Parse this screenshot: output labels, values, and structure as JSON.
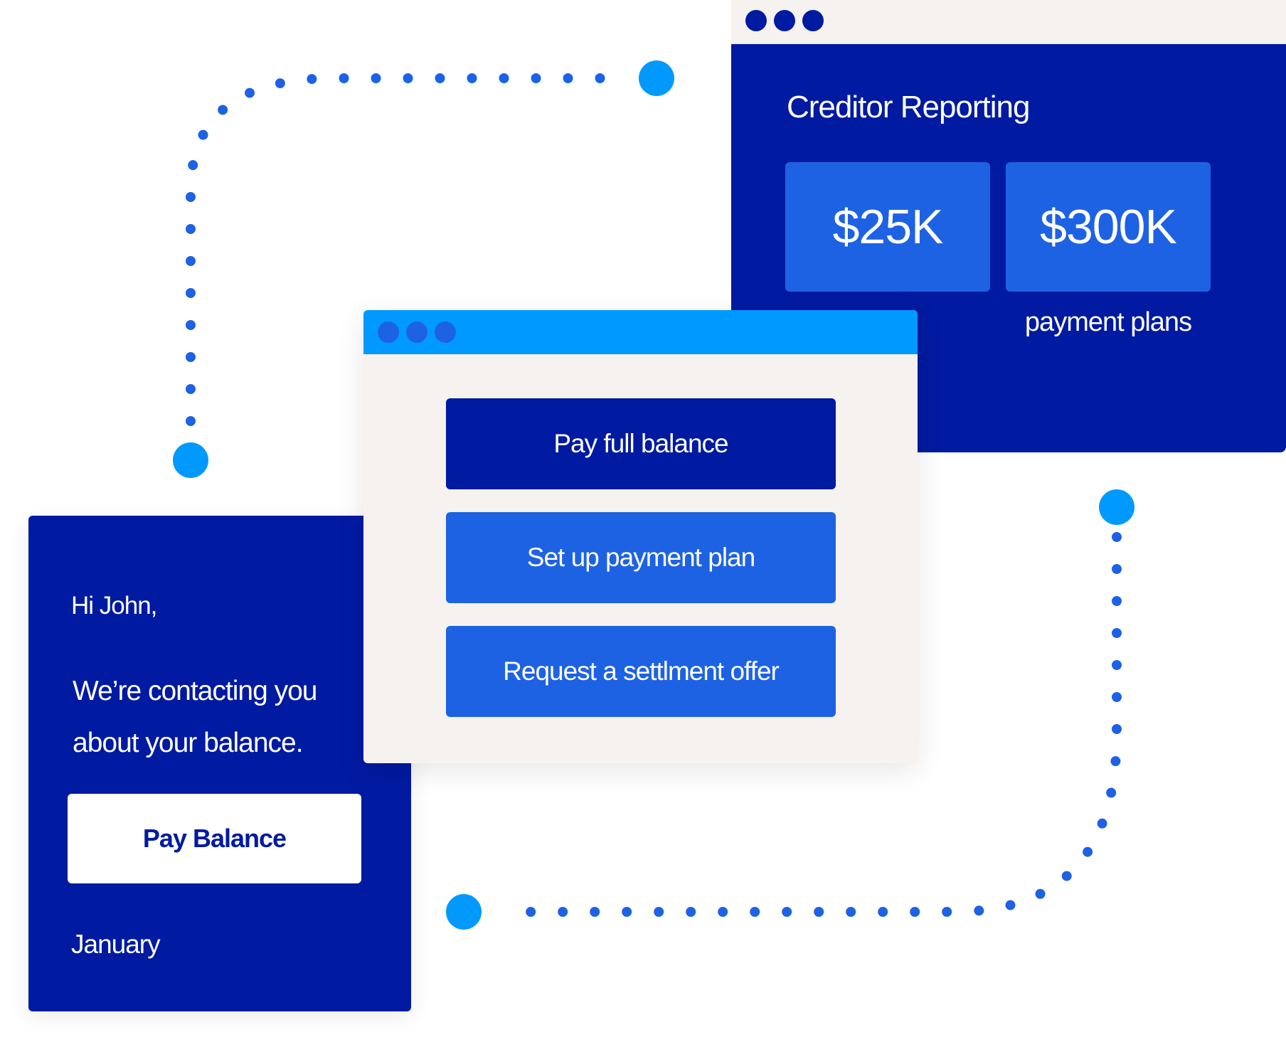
{
  "report_window": {
    "title": "Creditor Reporting",
    "stats": [
      {
        "value": "$25K"
      },
      {
        "value": "$300K",
        "caption": "payment plans"
      }
    ]
  },
  "options_window": {
    "buttons": [
      {
        "label": "Pay full balance"
      },
      {
        "label": "Set up payment plan"
      },
      {
        "label": "Request a settlment offer"
      }
    ]
  },
  "email_card": {
    "greeting": "Hi John,",
    "message": "We’re contacting you about your balance.",
    "button_label": "Pay Balance",
    "month": "January"
  },
  "colors": {
    "navy": "#001aa1",
    "blue": "#1e62e4",
    "sky": "#0099ff",
    "cream": "#f5f2ef",
    "white": "#ffffff"
  },
  "icons": [
    "window-dot-icon",
    "connector-dot-icon"
  ]
}
